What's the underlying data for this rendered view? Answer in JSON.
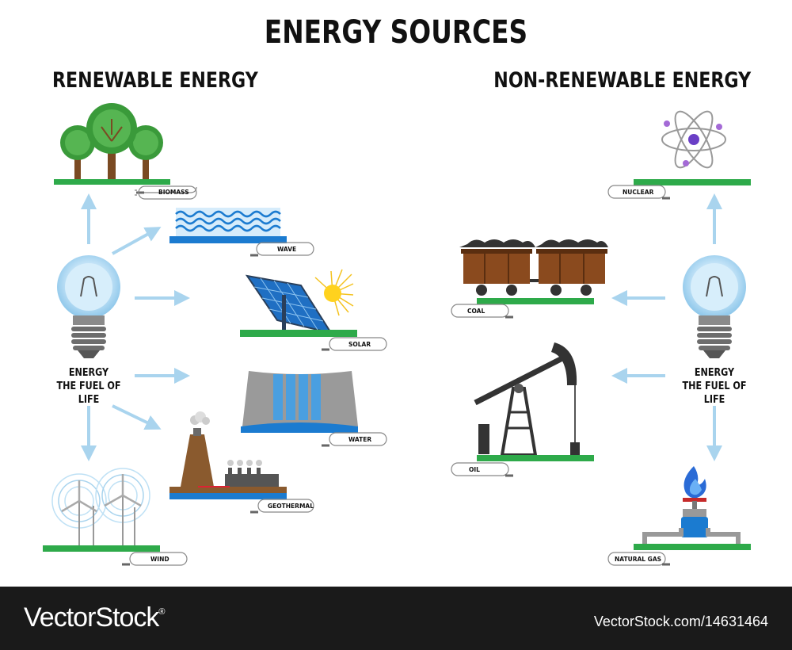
{
  "title": "ENERGY SOURCES",
  "renewable": {
    "heading": "RENEWABLE ENERGY",
    "center": {
      "line1": "ENERGY",
      "line2": "THE FUEL OF LIFE"
    },
    "items": {
      "biomass": "BIOMASS",
      "wave": "WAVE",
      "solar": "SOLAR",
      "water": "WATER",
      "geothermal": "GEOTHERMAL",
      "wind": "WIND"
    }
  },
  "nonrenewable": {
    "heading": "NON-RENEWABLE ENERGY",
    "center": {
      "line1": "ENERGY",
      "line2": "THE FUEL OF LIFE"
    },
    "items": {
      "nuclear": "NUCLEAR",
      "coal": "COAL",
      "oil": "OIL",
      "natural_gas": "NATURAL GAS"
    }
  },
  "footer": {
    "brand": "VectorStock",
    "brand_mark": "®",
    "url": "VectorStock.com/14631464"
  },
  "colors": {
    "arrow": "#a9d4ee",
    "ground": "#2eaa4a",
    "water": "#1b7bd0",
    "tree": "#3a9a3a",
    "footer_bg": "#1a1a1a"
  }
}
